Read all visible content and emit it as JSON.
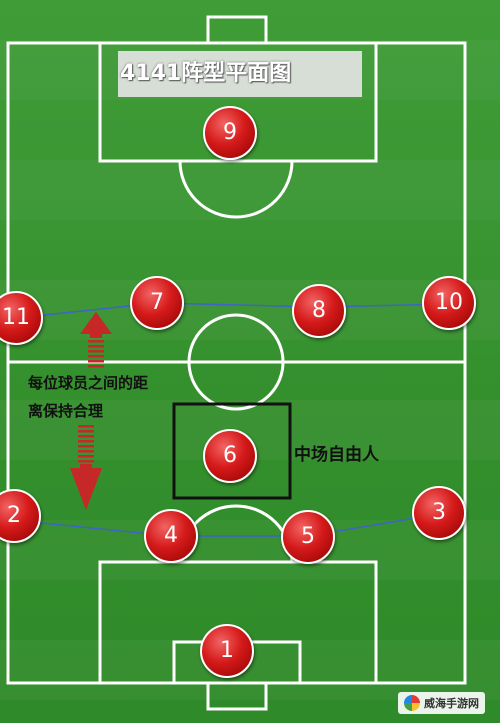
{
  "title": "4141阵型平面图",
  "annotation": {
    "line1": "每位球员之间的距",
    "line2": "离保持合理"
  },
  "free_man_label": "中场自由人",
  "players": [
    {
      "number": "9"
    },
    {
      "number": "11"
    },
    {
      "number": "7"
    },
    {
      "number": "8"
    },
    {
      "number": "10"
    },
    {
      "number": "6"
    },
    {
      "number": "2"
    },
    {
      "number": "4"
    },
    {
      "number": "5"
    },
    {
      "number": "3"
    },
    {
      "number": "1"
    }
  ],
  "watermark": {
    "text": "威海手游网"
  },
  "colors": {
    "pitch": "#3a9632",
    "player": "#d51a1a",
    "arrow": "#c62828",
    "link_line": "#3f63c8"
  }
}
